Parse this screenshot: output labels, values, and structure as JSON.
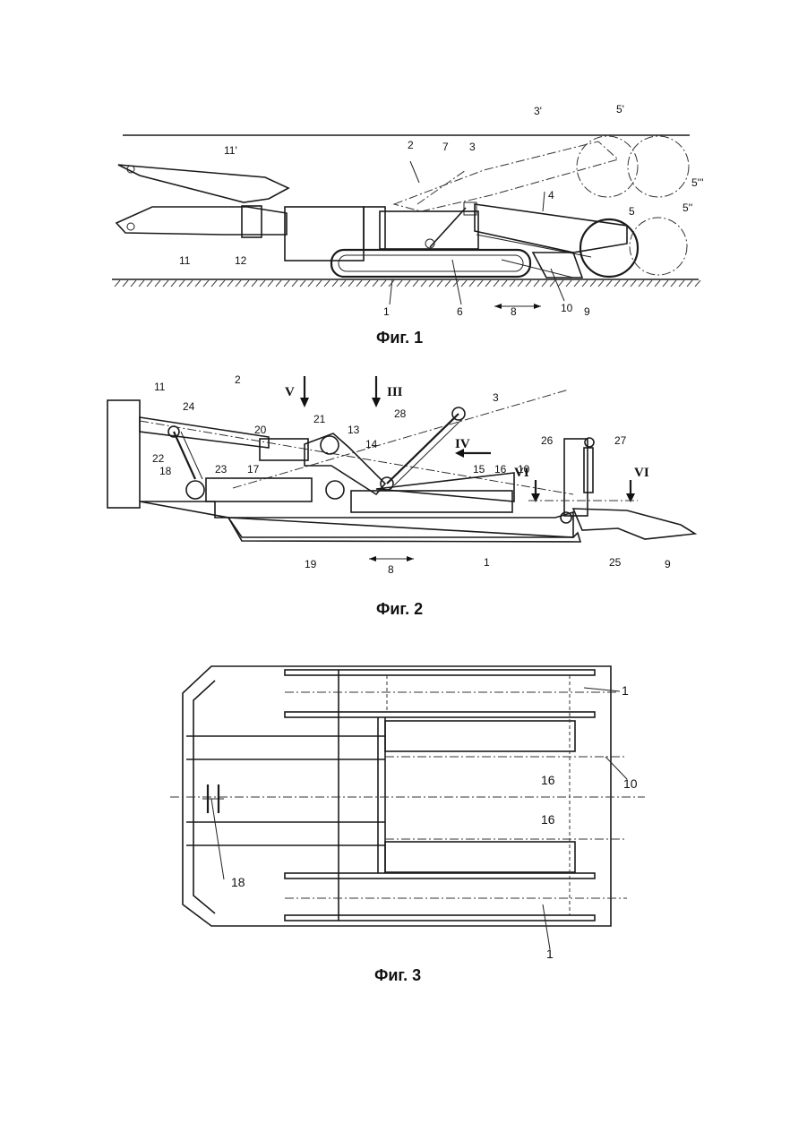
{
  "figure1": {
    "caption": "Фиг. 1",
    "labels": [
      "1",
      "2",
      "3",
      "3'",
      "4",
      "5",
      "5'",
      "5''",
      "5'''",
      "6",
      "7",
      "8",
      "9",
      "10",
      "11",
      "11'",
      "12"
    ]
  },
  "figure2": {
    "caption": "Фиг. 2",
    "labels": [
      "1",
      "2",
      "3",
      "8",
      "9",
      "10",
      "11",
      "13",
      "14",
      "15",
      "16",
      "17",
      "18",
      "19",
      "20",
      "21",
      "22",
      "23",
      "24",
      "25",
      "26",
      "27",
      "28"
    ],
    "section_marks": [
      "V",
      "III",
      "IV",
      "VI",
      "VI"
    ]
  },
  "figure3": {
    "caption": "Фиг. 3",
    "labels": [
      "1",
      "10",
      "16",
      "16",
      "18",
      "1"
    ]
  }
}
